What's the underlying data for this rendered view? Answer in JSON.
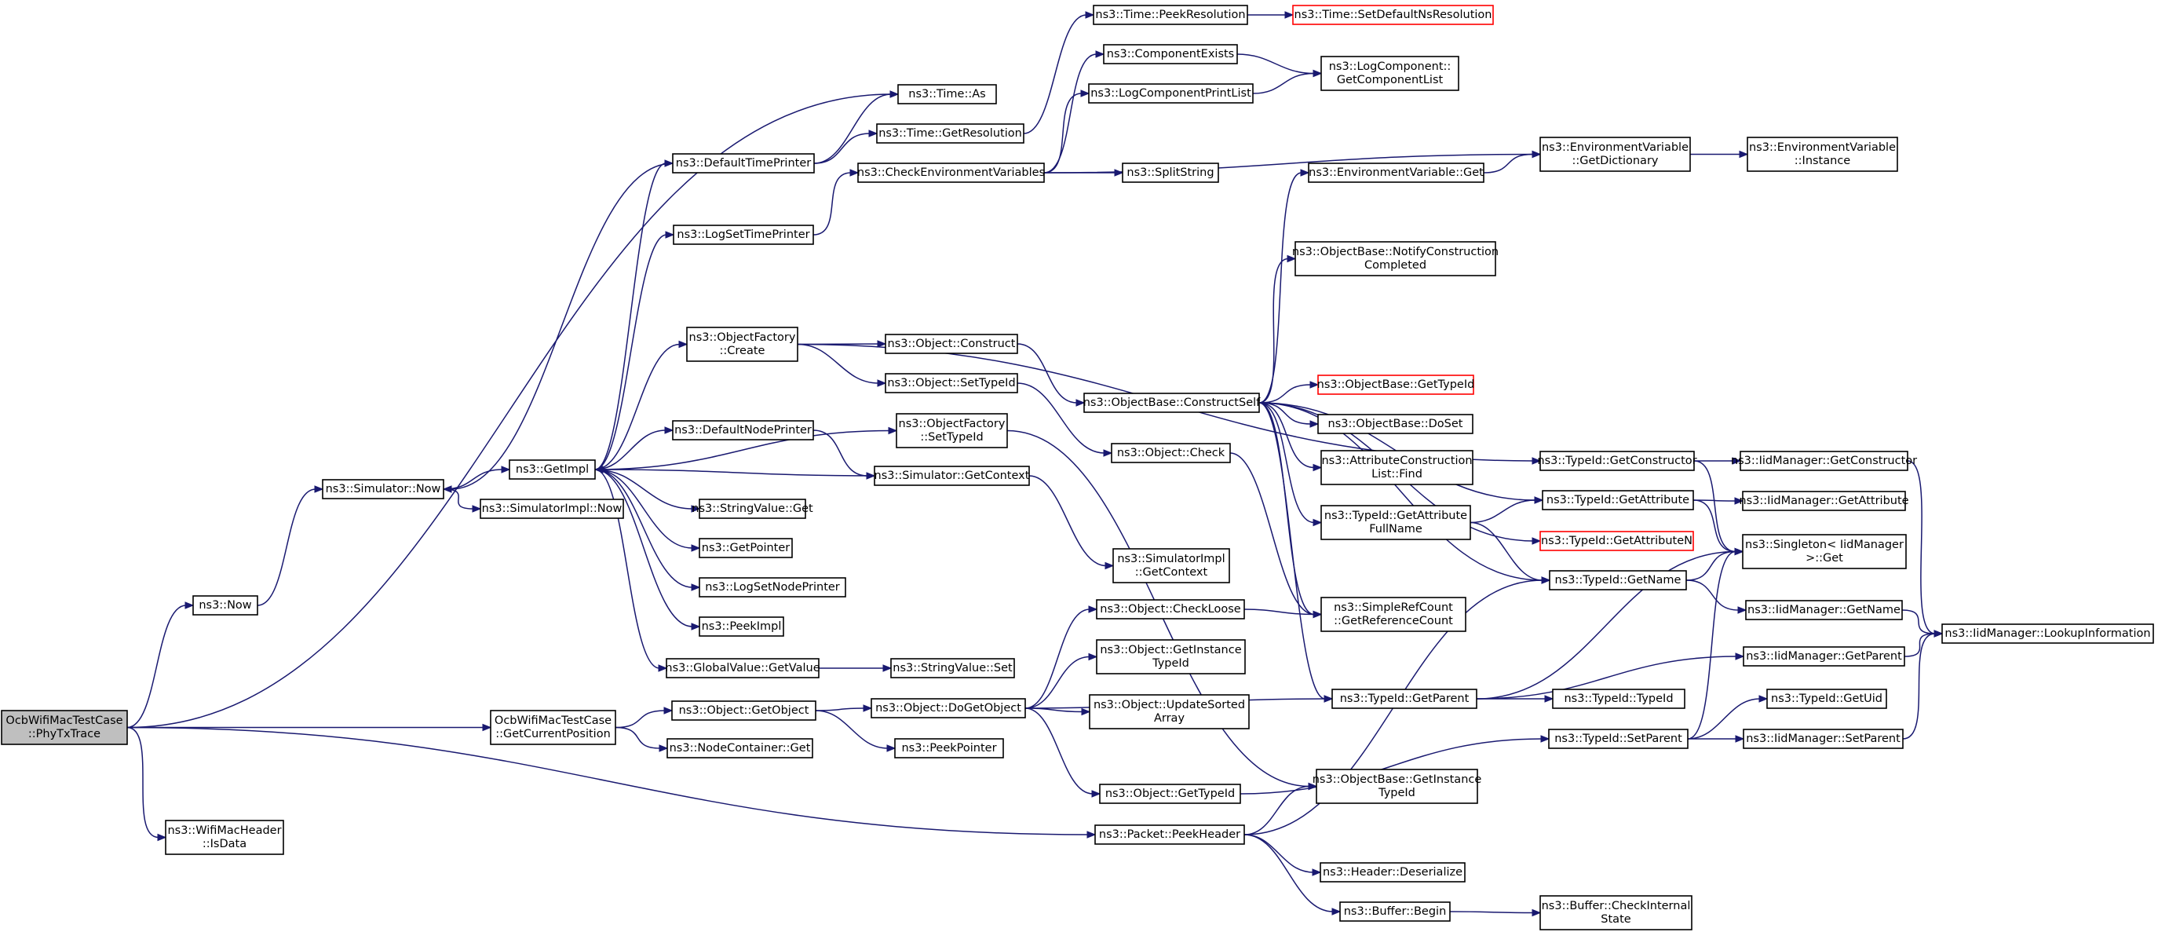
{
  "diagram": {
    "colors": {
      "edge": "#191970",
      "node_border": "#000000",
      "external_border": "#ff0000",
      "root_fill": "#bfbfbf",
      "background": "#ffffff"
    },
    "nodes": [
      {
        "id": "root",
        "lines": [
          "OcbWifiMacTestCase",
          "::PhyTxTrace"
        ],
        "root": true
      },
      {
        "id": "now",
        "lines": [
          "ns3::Now"
        ]
      },
      {
        "id": "wmhIsData",
        "lines": [
          "ns3::WifiMacHeader",
          "::IsData"
        ]
      },
      {
        "id": "getCurPos",
        "lines": [
          "OcbWifiMacTestCase",
          "::GetCurrentPosition"
        ]
      },
      {
        "id": "simNow",
        "lines": [
          "ns3::Simulator::Now"
        ]
      },
      {
        "id": "getImpl",
        "lines": [
          "ns3::GetImpl"
        ]
      },
      {
        "id": "simImplNow",
        "lines": [
          "ns3::SimulatorImpl::Now"
        ]
      },
      {
        "id": "timeAs",
        "lines": [
          "ns3::Time::As"
        ]
      },
      {
        "id": "defTimePrinter",
        "lines": [
          "ns3::DefaultTimePrinter"
        ]
      },
      {
        "id": "timeGetRes",
        "lines": [
          "ns3::Time::GetResolution"
        ]
      },
      {
        "id": "timePeekRes",
        "lines": [
          "ns3::Time::PeekResolution"
        ]
      },
      {
        "id": "timeSetDef",
        "lines": [
          "ns3::Time::SetDefaultNsResolution"
        ],
        "external": true
      },
      {
        "id": "checkEnvVars",
        "lines": [
          "ns3::CheckEnvironmentVariables"
        ]
      },
      {
        "id": "compExists",
        "lines": [
          "ns3::ComponentExists"
        ]
      },
      {
        "id": "logCompPrintList",
        "lines": [
          "ns3::LogComponentPrintList"
        ]
      },
      {
        "id": "logCompGetList",
        "lines": [
          "ns3::LogComponent::",
          "GetComponentList"
        ]
      },
      {
        "id": "envGetDict",
        "lines": [
          "ns3::EnvironmentVariable",
          "::GetDictionary"
        ]
      },
      {
        "id": "envInstance",
        "lines": [
          "ns3::EnvironmentVariable",
          "::Instance"
        ]
      },
      {
        "id": "splitString",
        "lines": [
          "ns3::SplitString"
        ]
      },
      {
        "id": "envGet",
        "lines": [
          "ns3::EnvironmentVariable::Get"
        ]
      },
      {
        "id": "logSetTimePrinter",
        "lines": [
          "ns3::LogSetTimePrinter"
        ]
      },
      {
        "id": "objFactCreate",
        "lines": [
          "ns3::ObjectFactory",
          "::Create"
        ]
      },
      {
        "id": "objConstruct",
        "lines": [
          "ns3::Object::Construct"
        ]
      },
      {
        "id": "objSetTypeId",
        "lines": [
          "ns3::Object::SetTypeId"
        ]
      },
      {
        "id": "objBaseConstructSelf",
        "lines": [
          "ns3::ObjectBase::ConstructSelf"
        ]
      },
      {
        "id": "objBaseNotify",
        "lines": [
          "ns3::ObjectBase::NotifyConstruction",
          "Completed"
        ]
      },
      {
        "id": "objBaseGetTypeId",
        "lines": [
          "ns3::ObjectBase::GetTypeId"
        ],
        "external": true
      },
      {
        "id": "objBaseDoSet",
        "lines": [
          "ns3::ObjectBase::DoSet"
        ]
      },
      {
        "id": "attrConstrFind",
        "lines": [
          "ns3::AttributeConstruction",
          "List::Find"
        ]
      },
      {
        "id": "typeIdGetAttrFullName",
        "lines": [
          "ns3::TypeId::GetAttribute",
          "FullName"
        ]
      },
      {
        "id": "typeIdGetConstructor",
        "lines": [
          "ns3::TypeId::GetConstructor"
        ]
      },
      {
        "id": "iidGetConstructor",
        "lines": [
          "ns3::IidManager::GetConstructor"
        ]
      },
      {
        "id": "typeIdGetAttribute",
        "lines": [
          "ns3::TypeId::GetAttribute"
        ]
      },
      {
        "id": "iidGetAttribute",
        "lines": [
          "ns3::IidManager::GetAttribute"
        ]
      },
      {
        "id": "typeIdGetAttributeN",
        "lines": [
          "ns3::TypeId::GetAttributeN"
        ],
        "external": true
      },
      {
        "id": "singletonGet",
        "lines": [
          "ns3::Singleton< IidManager",
          " >::Get"
        ]
      },
      {
        "id": "typeIdGetName",
        "lines": [
          "ns3::TypeId::GetName"
        ]
      },
      {
        "id": "iidGetName",
        "lines": [
          "ns3::IidManager::GetName"
        ]
      },
      {
        "id": "iidLookup",
        "lines": [
          "ns3::IidManager::LookupInformation"
        ]
      },
      {
        "id": "defNodePrinter",
        "lines": [
          "ns3::DefaultNodePrinter"
        ]
      },
      {
        "id": "objFactSetTypeId",
        "lines": [
          "ns3::ObjectFactory",
          "::SetTypeId"
        ]
      },
      {
        "id": "simGetContext",
        "lines": [
          "ns3::Simulator::GetContext"
        ]
      },
      {
        "id": "objCheck",
        "lines": [
          "ns3::Object::Check"
        ]
      },
      {
        "id": "simImplGetContext",
        "lines": [
          "ns3::SimulatorImpl",
          "::GetContext"
        ]
      },
      {
        "id": "stringValueGet",
        "lines": [
          "ns3::StringValue::Get"
        ]
      },
      {
        "id": "getPointer",
        "lines": [
          "ns3::GetPointer"
        ]
      },
      {
        "id": "logSetNodePrinter",
        "lines": [
          "ns3::LogSetNodePrinter"
        ]
      },
      {
        "id": "peekImpl",
        "lines": [
          "ns3::PeekImpl"
        ]
      },
      {
        "id": "globalValueGetValue",
        "lines": [
          "ns3::GlobalValue::GetValue"
        ]
      },
      {
        "id": "stringValueSet",
        "lines": [
          "ns3::StringValue::Set"
        ]
      },
      {
        "id": "objCheckLoose",
        "lines": [
          "ns3::Object::CheckLoose"
        ]
      },
      {
        "id": "simpleRefCount",
        "lines": [
          "ns3::SimpleRefCount",
          "::GetReferenceCount"
        ]
      },
      {
        "id": "objGetInstanceTypeId",
        "lines": [
          "ns3::Object::GetInstance",
          "TypeId"
        ]
      },
      {
        "id": "objUpdateSorted",
        "lines": [
          "ns3::Object::UpdateSorted",
          "Array"
        ]
      },
      {
        "id": "iidGetParent",
        "lines": [
          "ns3::IidManager::GetParent"
        ]
      },
      {
        "id": "objGetObject",
        "lines": [
          "ns3::Object::GetObject"
        ]
      },
      {
        "id": "objDoGetObject",
        "lines": [
          "ns3::Object::DoGetObject"
        ]
      },
      {
        "id": "typeIdGetParent",
        "lines": [
          "ns3::TypeId::GetParent"
        ]
      },
      {
        "id": "typeIdTypeId",
        "lines": [
          "ns3::TypeId::TypeId"
        ]
      },
      {
        "id": "typeIdGetUid",
        "lines": [
          "ns3::TypeId::GetUid"
        ]
      },
      {
        "id": "nodeContainerGet",
        "lines": [
          "ns3::NodeContainer::Get"
        ]
      },
      {
        "id": "peekPointer",
        "lines": [
          "ns3::PeekPointer"
        ]
      },
      {
        "id": "typeIdSetParent",
        "lines": [
          "ns3::TypeId::SetParent"
        ]
      },
      {
        "id": "iidSetParent",
        "lines": [
          "ns3::IidManager::SetParent"
        ]
      },
      {
        "id": "objGetTypeId",
        "lines": [
          "ns3::Object::GetTypeId"
        ]
      },
      {
        "id": "objBaseGetInstanceTypeId",
        "lines": [
          "ns3::ObjectBase::GetInstance",
          "TypeId"
        ]
      },
      {
        "id": "packetPeekHeader",
        "lines": [
          "ns3::Packet::PeekHeader"
        ]
      },
      {
        "id": "headerDeserialize",
        "lines": [
          "ns3::Header::Deserialize"
        ]
      },
      {
        "id": "bufferBegin",
        "lines": [
          "ns3::Buffer::Begin"
        ]
      },
      {
        "id": "bufferCheckInternal",
        "lines": [
          "ns3::Buffer::CheckInternal",
          "State"
        ]
      }
    ],
    "edges": [
      [
        "root",
        "timeAs"
      ],
      [
        "root",
        "now"
      ],
      [
        "root",
        "getCurPos"
      ],
      [
        "root",
        "packetPeekHeader"
      ],
      [
        "root",
        "wmhIsData"
      ],
      [
        "now",
        "simNow"
      ],
      [
        "simNow",
        "getImpl"
      ],
      [
        "simNow",
        "simImplNow"
      ],
      [
        "getImpl",
        "defTimePrinter"
      ],
      [
        "getImpl",
        "logSetTimePrinter"
      ],
      [
        "getImpl",
        "objFactCreate"
      ],
      [
        "getImpl",
        "objFactSetTypeId"
      ],
      [
        "getImpl",
        "defNodePrinter"
      ],
      [
        "getImpl",
        "stringValueGet"
      ],
      [
        "getImpl",
        "getPointer"
      ],
      [
        "getImpl",
        "logSetNodePrinter"
      ],
      [
        "getImpl",
        "peekImpl"
      ],
      [
        "getImpl",
        "globalValueGetValue"
      ],
      [
        "defTimePrinter",
        "simNow"
      ],
      [
        "defTimePrinter",
        "timeAs"
      ],
      [
        "defTimePrinter",
        "timeGetRes"
      ],
      [
        "timeGetRes",
        "timePeekRes"
      ],
      [
        "timePeekRes",
        "timeSetDef"
      ],
      [
        "logSetTimePrinter",
        "checkEnvVars"
      ],
      [
        "checkEnvVars",
        "compExists"
      ],
      [
        "checkEnvVars",
        "logCompPrintList"
      ],
      [
        "checkEnvVars",
        "envGetDict"
      ],
      [
        "checkEnvVars",
        "splitString"
      ],
      [
        "compExists",
        "logCompGetList"
      ],
      [
        "logCompPrintList",
        "logCompGetList"
      ],
      [
        "envGetDict",
        "envInstance"
      ],
      [
        "envGet",
        "envGetDict"
      ],
      [
        "objFactCreate",
        "objConstruct"
      ],
      [
        "objFactCreate",
        "objSetTypeId"
      ],
      [
        "objFactCreate",
        "typeIdGetConstructor"
      ],
      [
        "objConstruct",
        "objBaseConstructSelf"
      ],
      [
        "objSetTypeId",
        "objCheck"
      ],
      [
        "objBaseConstructSelf",
        "envGet"
      ],
      [
        "objBaseConstructSelf",
        "objBaseNotify"
      ],
      [
        "objBaseConstructSelf",
        "objBaseGetTypeId"
      ],
      [
        "objBaseConstructSelf",
        "objBaseDoSet"
      ],
      [
        "objBaseConstructSelf",
        "attrConstrFind"
      ],
      [
        "objBaseConstructSelf",
        "typeIdGetAttrFullName"
      ],
      [
        "objBaseConstructSelf",
        "typeIdGetAttribute"
      ],
      [
        "objBaseConstructSelf",
        "typeIdGetAttributeN"
      ],
      [
        "objBaseConstructSelf",
        "typeIdGetName"
      ],
      [
        "objBaseConstructSelf",
        "typeIdGetParent"
      ],
      [
        "objBaseConstructSelf",
        "simpleRefCount"
      ],
      [
        "typeIdGetAttrFullName",
        "typeIdGetAttribute"
      ],
      [
        "typeIdGetAttrFullName",
        "typeIdGetName"
      ],
      [
        "typeIdGetConstructor",
        "iidGetConstructor"
      ],
      [
        "typeIdGetConstructor",
        "singletonGet"
      ],
      [
        "typeIdGetAttribute",
        "iidGetAttribute"
      ],
      [
        "typeIdGetAttribute",
        "singletonGet"
      ],
      [
        "typeIdGetName",
        "singletonGet"
      ],
      [
        "typeIdGetName",
        "iidGetName"
      ],
      [
        "iidGetConstructor",
        "iidLookup"
      ],
      [
        "iidGetName",
        "iidLookup"
      ],
      [
        "iidGetParent",
        "iidLookup"
      ],
      [
        "iidSetParent",
        "iidLookup"
      ],
      [
        "defNodePrinter",
        "simGetContext"
      ],
      [
        "simGetContext",
        "getImpl"
      ],
      [
        "simGetContext",
        "simImplGetContext"
      ],
      [
        "objFactSetTypeId",
        "objBaseGetInstanceTypeId"
      ],
      [
        "objCheck",
        "simpleRefCount"
      ],
      [
        "globalValueGetValue",
        "stringValueSet"
      ],
      [
        "getCurPos",
        "objGetObject"
      ],
      [
        "getCurPos",
        "nodeContainerGet"
      ],
      [
        "objGetObject",
        "objDoGetObject"
      ],
      [
        "objGetObject",
        "peekPointer"
      ],
      [
        "objDoGetObject",
        "objCheckLoose"
      ],
      [
        "objDoGetObject",
        "objGetInstanceTypeId"
      ],
      [
        "objDoGetObject",
        "objUpdateSorted"
      ],
      [
        "objDoGetObject",
        "typeIdGetParent"
      ],
      [
        "objDoGetObject",
        "objGetTypeId"
      ],
      [
        "objCheckLoose",
        "simpleRefCount"
      ],
      [
        "typeIdGetParent",
        "iidGetParent"
      ],
      [
        "typeIdGetParent",
        "typeIdTypeId"
      ],
      [
        "typeIdGetParent",
        "singletonGet"
      ],
      [
        "typeIdSetParent",
        "typeIdGetUid"
      ],
      [
        "typeIdSetParent",
        "iidSetParent"
      ],
      [
        "typeIdSetParent",
        "singletonGet"
      ],
      [
        "objGetTypeId",
        "typeIdSetParent"
      ],
      [
        "packetPeekHeader",
        "objBaseGetInstanceTypeId"
      ],
      [
        "packetPeekHeader",
        "typeIdGetName"
      ],
      [
        "packetPeekHeader",
        "headerDeserialize"
      ],
      [
        "packetPeekHeader",
        "bufferBegin"
      ],
      [
        "bufferBegin",
        "bufferCheckInternal"
      ]
    ]
  }
}
